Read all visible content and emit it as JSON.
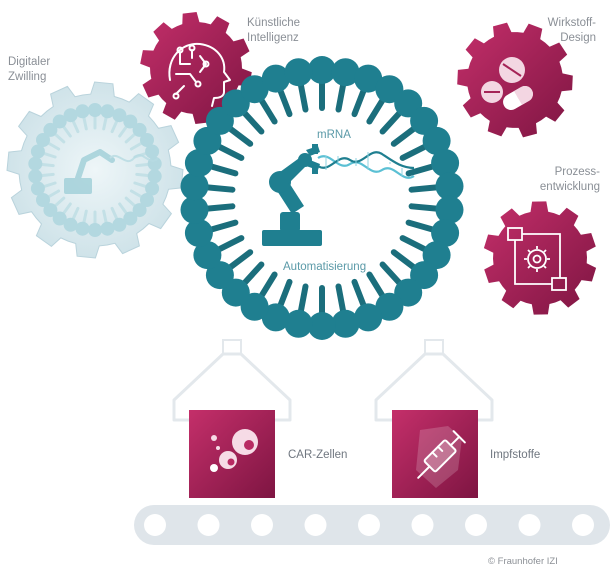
{
  "labels": {
    "digital_twin": [
      "Digitaler",
      "Zwilling"
    ],
    "ai": [
      "Künstliche",
      "Intelligenz"
    ],
    "material_design": [
      "Wirkstoff-",
      "Design"
    ],
    "process_dev": [
      "Prozess-",
      "entwicklung"
    ],
    "mrna": "mRNA",
    "automation": "Automatisierung",
    "car_cells": "CAR-Zellen",
    "vaccines": "Impfstoffe"
  },
  "copyright": "© Fraunhofer IZI",
  "icons": {
    "ai": "brain-circuit-head-icon",
    "material_design": "pills-icon",
    "process_dev": "gear-flowchart-icon",
    "robot": "robot-arm-icon",
    "mrna": "mrna-strand-icon",
    "car_cells": "cells-icon",
    "vaccines": "syringe-shield-icon",
    "twin": "robot-arm-twin-icon"
  },
  "colors": {
    "teal": "#1f7f90",
    "teal_dark": "#1b6e7c",
    "magenta_dark": "#8a1848",
    "magenta_light": "#c22d68",
    "twin_gear": "#d8e6ec",
    "conveyor": "#dde3e9"
  }
}
